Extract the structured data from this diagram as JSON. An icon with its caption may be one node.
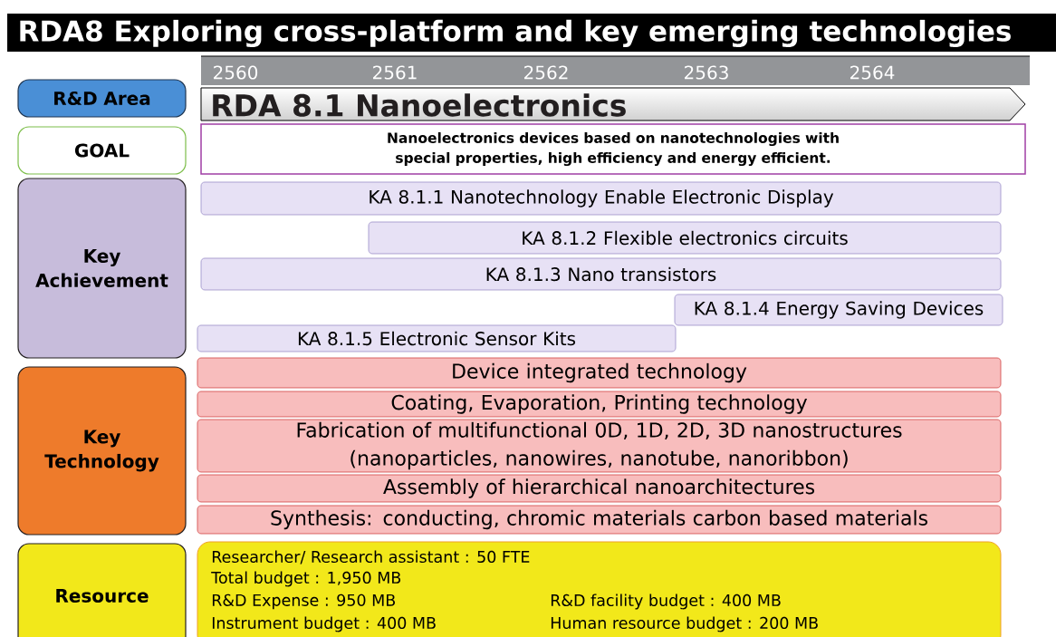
{
  "diagram": {
    "title": "RDA8 Exploring cross-platform and key emerging technologies",
    "nodes": [
      {
        "text": [
          "R&D Area"
        ]
      },
      {
        "text": [
          "GOAL"
        ]
      },
      {
        "text": [
          "Key Achievement"
        ]
      },
      {
        "text": [
          "Key Technology"
        ]
      },
      {
        "text": [
          "Resource"
        ]
      },
      {
        "text": [
          "RDA 8.1 Nanoelectronics"
        ]
      },
      {
        "text": [
          "Nanoelectronics devices based on nanotechnologies with special properties, high efficiency and energy efficient."
        ]
      },
      {
        "text": [
          "KA 8.1.1 Nanotechnology Enable Electronic Display"
        ]
      },
      {
        "text": [
          "KA 8.1.2 Flexible electronics circuits"
        ]
      },
      {
        "text": [
          "KA 8.1.3 Nano transistors"
        ]
      },
      {
        "text": [
          "KA 8.1.4 Energy Saving Devices"
        ]
      },
      {
        "text": [
          "KA 8.1.5 Electronic Sensor Kits"
        ]
      },
      {
        "text": [
          "Device integrated technology"
        ]
      },
      {
        "text": [
          "Coating, Evaporation, Printing technology"
        ]
      },
      {
        "text": [
          "Fabrication of multifunctional 0D, 1D, 2D, 3D nanostructures (nanoparticles, nanowires, nanotube, nanoribbon)"
        ]
      },
      {
        "text": [
          "Assembly of hierarchical nanoarchitectures"
        ]
      },
      {
        "text": [
          "Synthesis: conducting, chromic materials carbon based materials"
        ]
      },
      {
        "text": [
          "Researcher/ Research assistant :  50 FTE",
          "Total budget :  1,950 MB",
          "R&D Expense : 950 MB",
          "R&D facility budget :  400 MB",
          "Instrument budget :  400 MB",
          "Human resource budget : 200 MB"
        ]
      }
    ],
    "labels": [
      "2560",
      "2561",
      "2562",
      "2563",
      "2564"
    ]
  }
}
